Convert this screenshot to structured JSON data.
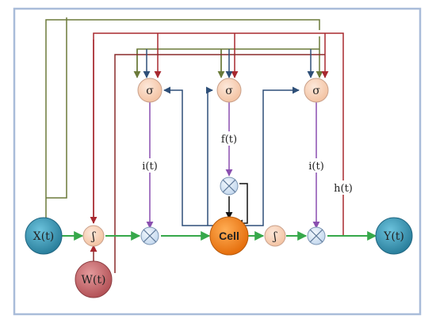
{
  "labels": {
    "x_input": "X(t)",
    "w_input": "W(t)",
    "y_output": "Y(t)",
    "cell": "Cell",
    "sigma": "σ",
    "integral": "ʃ",
    "input_gate_signal_1": "i(t)",
    "forget_signal": "f(t)",
    "input_gate_signal_2": "i(t)",
    "hidden_state": "h(t)"
  },
  "colors": {
    "frame": "#a9bcd9",
    "olive_line": "#6b7a3a",
    "red_line": "#a8282f",
    "dark_red_line": "#8a2a2a",
    "blue_line": "#2e4f78",
    "green_line": "#36a84a",
    "purple_line": "#8a4fb0",
    "black_line": "#111111",
    "peach_node": "#f9d4bd",
    "cell_orange": "#f07b14",
    "teal_node": "#2f8fae",
    "rose_node": "#c96a6e",
    "multiply_node": "#d8e6f5"
  }
}
